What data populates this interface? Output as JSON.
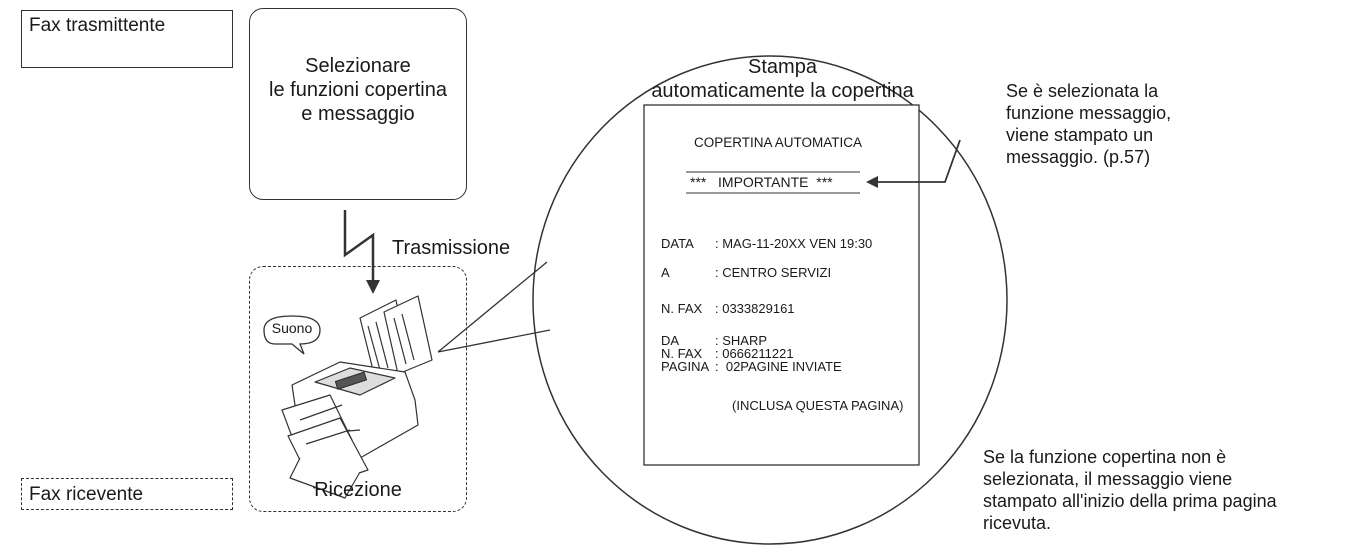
{
  "sender_label": "Fax trasmittente",
  "receiver_label": "Fax ricevente",
  "select_box": {
    "line1": "Selezionare",
    "line2": "le funzioni copertina",
    "line3": "e messaggio"
  },
  "transmission_label": "Trasmissione",
  "reception_label": "Ricezione",
  "sound_bubble": "Suono",
  "zoom_title": {
    "line1": "Stampa",
    "line2": "automaticamente la copertina"
  },
  "cover_sheet": {
    "heading": "COPERTINA AUTOMATICA",
    "importante": "***   IMPORTANTE  ***",
    "rows": [
      {
        "key": "DATA",
        "value": ": MAG-11-20XX VEN 19:30"
      },
      {
        "key": "A",
        "value": ": CENTRO SERVIZI"
      },
      {
        "key": "N. FAX",
        "value": ": 0333829161"
      },
      {
        "key": "DA",
        "value": ": SHARP"
      },
      {
        "key": "N. FAX",
        "value": ": 0666211221"
      },
      {
        "key": "PAGINA",
        "value": ":  02PAGINE INVIATE"
      }
    ],
    "included_note": "(INCLUSA QUESTA PAGINA)"
  },
  "message_note": {
    "line1": "Se è selezionata la",
    "line2": "funzione messaggio,",
    "line3": "viene stampato un",
    "line4": "messaggio. (p.57)"
  },
  "no_cover_note": {
    "line1": "Se la funzione copertina non è",
    "line2": "selezionata, il messaggio viene",
    "line3": "stampato all'inizio della prima pagina",
    "line4": "ricevuta."
  }
}
